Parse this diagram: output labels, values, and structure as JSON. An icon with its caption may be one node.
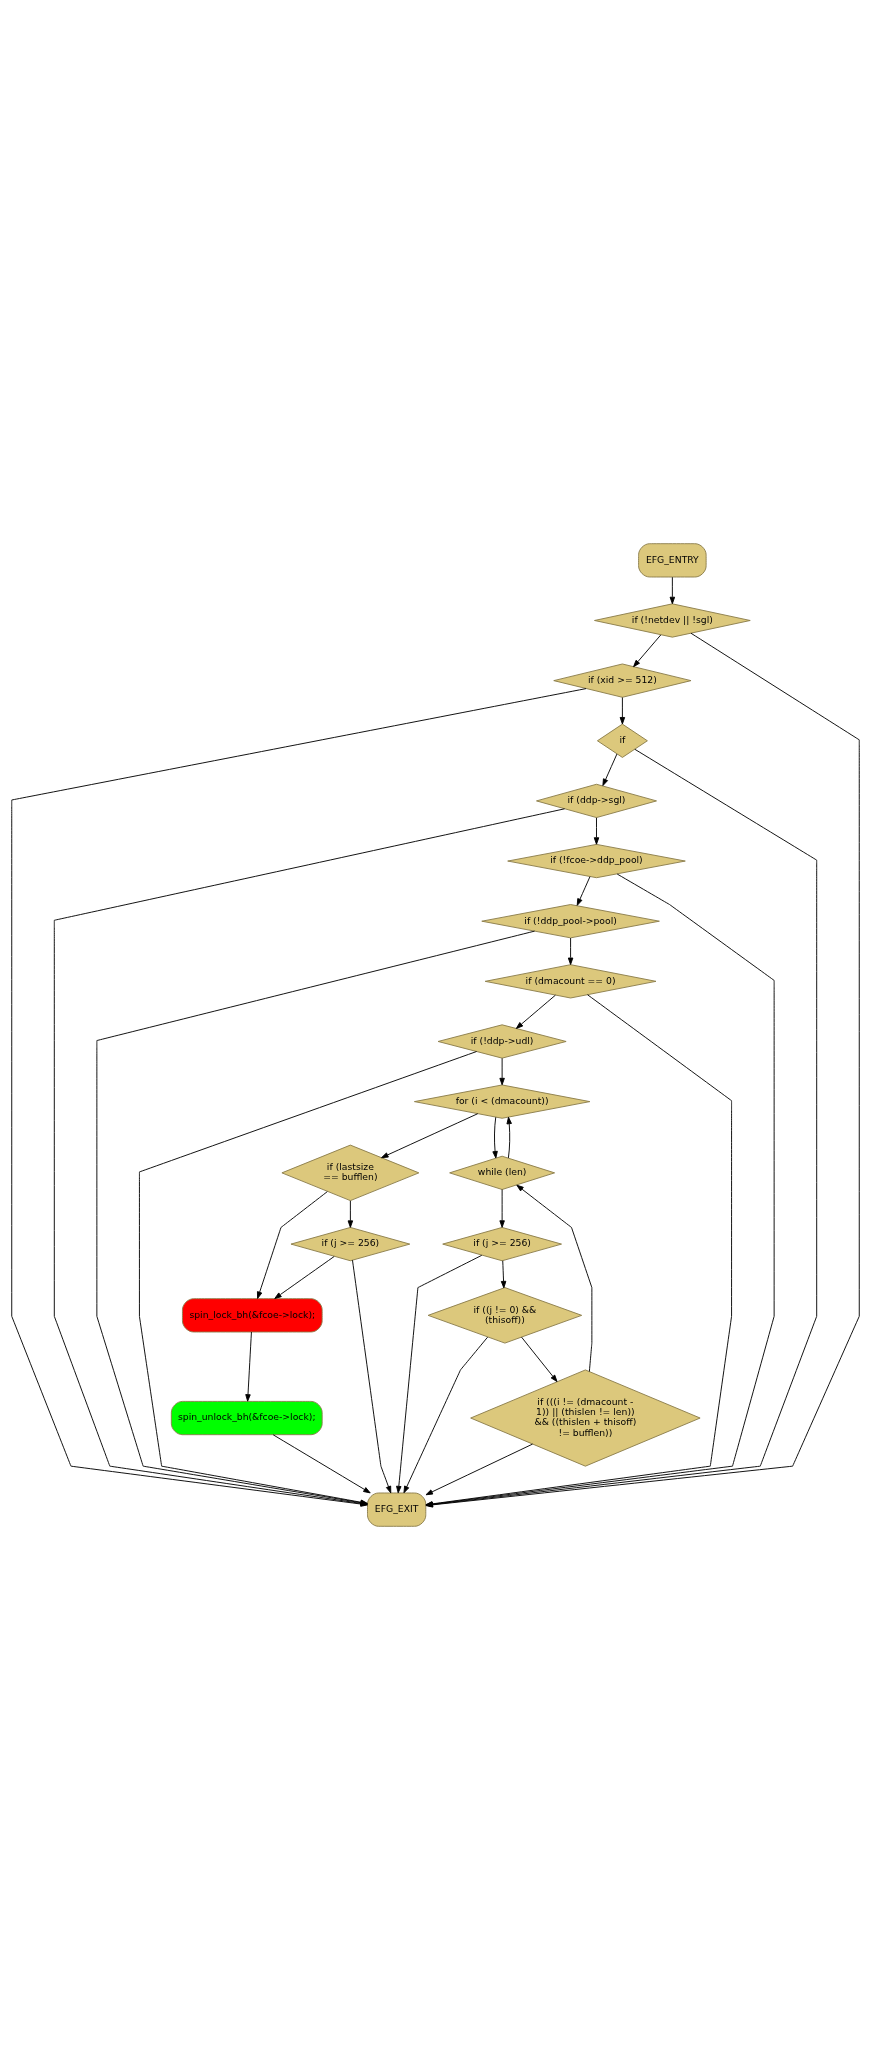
{
  "diagram": {
    "nodes": [
      {
        "text": [
          "EFG_ENTRY"
        ]
      },
      {
        "text": [
          "if (!netdev || !sgl)"
        ]
      },
      {
        "text": [
          "if (xid >= 512)"
        ]
      },
      {
        "text": [
          "if"
        ]
      },
      {
        "text": [
          "if (ddp->sgl)"
        ]
      },
      {
        "text": [
          "if (!fcoe->ddp_pool)"
        ]
      },
      {
        "text": [
          "if (!ddp_pool->pool)"
        ]
      },
      {
        "text": [
          "if (dmacount == 0)"
        ]
      },
      {
        "text": [
          "if (!ddp->udl)"
        ]
      },
      {
        "text": [
          "for (i < (dmacount))"
        ]
      },
      {
        "text": [
          "if (lastsize == bufflen)"
        ]
      },
      {
        "text": [
          "while (len)"
        ]
      },
      {
        "text": [
          "if (j >= 256)"
        ]
      },
      {
        "text": [
          "if (j >= 256)"
        ]
      },
      {
        "text": [
          "spin_lock_bh(&fcoe->lock);"
        ]
      },
      {
        "text": [
          "if ((j != 0) && (thisoff))"
        ]
      },
      {
        "text": [
          "spin_unlock_bh(&fcoe->lock);"
        ]
      },
      {
        "text": [
          "if (((i != (dmacount - 1)) || (thislen != len)) && ((thislen + thisoff) != bufflen))"
        ]
      },
      {
        "text": [
          "EFG_EXIT"
        ]
      }
    ],
    "edges": [
      {
        "from": 0,
        "to": 1,
        "arrow": "to"
      },
      {
        "from": 1,
        "to": 18,
        "arrow": "to"
      },
      {
        "from": 1,
        "to": 2,
        "arrow": "to"
      },
      {
        "from": 2,
        "to": 3,
        "arrow": "to"
      },
      {
        "from": 2,
        "to": 18,
        "arrow": "to"
      },
      {
        "from": 3,
        "to": 4,
        "arrow": "to"
      },
      {
        "from": 3,
        "to": 18,
        "arrow": "to"
      },
      {
        "from": 4,
        "to": 5,
        "arrow": "to"
      },
      {
        "from": 4,
        "to": 18,
        "arrow": "to"
      },
      {
        "from": 5,
        "to": 6,
        "arrow": "to"
      },
      {
        "from": 5,
        "to": 18,
        "arrow": "to"
      },
      {
        "from": 6,
        "to": 7,
        "arrow": "to"
      },
      {
        "from": 6,
        "to": 18,
        "arrow": "to"
      },
      {
        "from": 7,
        "to": 8,
        "arrow": "to"
      },
      {
        "from": 7,
        "to": 18,
        "arrow": "to"
      },
      {
        "from": 8,
        "to": 18,
        "arrow": "to"
      },
      {
        "from": 8,
        "to": 9,
        "arrow": "to"
      },
      {
        "from": 9,
        "to": 10,
        "arrow": "to"
      },
      {
        "from": 9,
        "to": 11,
        "arrow": "to"
      },
      {
        "from": 11,
        "to": 9,
        "arrow": "to"
      },
      {
        "from": 10,
        "to": 12,
        "arrow": "to"
      },
      {
        "from": 10,
        "to": 14,
        "arrow": "to"
      },
      {
        "from": 11,
        "to": 13,
        "arrow": "to"
      },
      {
        "from": 12,
        "to": 14,
        "arrow": "to"
      },
      {
        "from": 12,
        "to": 18,
        "arrow": "to"
      },
      {
        "from": 13,
        "to": 15,
        "arrow": "to"
      },
      {
        "from": 13,
        "to": 18,
        "arrow": "to"
      },
      {
        "from": 14,
        "to": 16,
        "arrow": "to"
      },
      {
        "from": 15,
        "to": 17,
        "arrow": "to"
      },
      {
        "from": 15,
        "to": 18,
        "arrow": "to"
      },
      {
        "from": 17,
        "to": 11,
        "arrow": "to"
      },
      {
        "from": 16,
        "to": 18,
        "arrow": "to"
      },
      {
        "from": 17,
        "to": 18,
        "arrow": "to"
      }
    ]
  }
}
